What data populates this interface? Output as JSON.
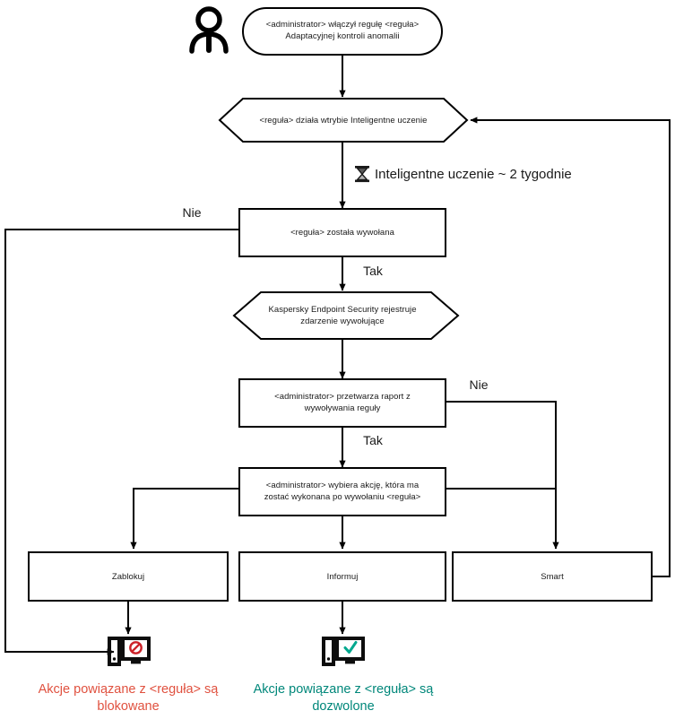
{
  "diagram": {
    "title": "Adaptacyjna kontrola anomalii - schemat dzialania reguly",
    "language": "pl",
    "colors": {
      "stroke": "#000000",
      "text": "#1a1a1a",
      "blocked": "#e0513f",
      "allowed": "#00877a",
      "block_icon": "#cc2229",
      "check_icon": "#00a88e"
    },
    "nodes": {
      "actor": {
        "icon": "person-icon",
        "label": ""
      },
      "start": {
        "shape": "rounded-rectangle",
        "text": "<administrator> włączył regułę <reguła>\nAdaptacyjnej kontroli anomalii"
      },
      "learning_mode": {
        "shape": "hexagon",
        "text": "<reguła> działa wtrybie Inteligentne uczenie"
      },
      "rule_triggered": {
        "shape": "rectangle",
        "text": "<reguła> została wywołana"
      },
      "kes_registers": {
        "shape": "hexagon",
        "text": "Kaspersky Endpoint Security rejestruje\nzdarzenie wywołujące"
      },
      "admin_report": {
        "shape": "rectangle",
        "text": "<administrator> przetwarza raport z\nwywoływania reguły"
      },
      "admin_selects": {
        "shape": "rectangle",
        "text": "<administrator> wybiera akcję, która ma\nzostać wykonana po wywołaniu <reguła>"
      },
      "action_block": {
        "shape": "rectangle",
        "text": "Zablokuj"
      },
      "action_inform": {
        "shape": "rectangle",
        "text": "Informuj"
      },
      "action_smart": {
        "shape": "rectangle",
        "text": "Smart"
      }
    },
    "phase": {
      "icon": "hourglass-icon",
      "text": "Inteligentne uczenie ~ 2 tygodnie"
    },
    "edge_labels": {
      "triggered_no": "Nie",
      "triggered_yes": "Tak",
      "report_no": "Nie",
      "report_yes": "Tak"
    },
    "outcomes": {
      "blocked": {
        "icon": "monitor-blocked-icon",
        "text": "Akcje powiązane z <reguła> są\nblokowane"
      },
      "allowed": {
        "icon": "monitor-allowed-icon",
        "text": "Akcje powiązane z <reguła> są\ndozwolone"
      }
    }
  }
}
